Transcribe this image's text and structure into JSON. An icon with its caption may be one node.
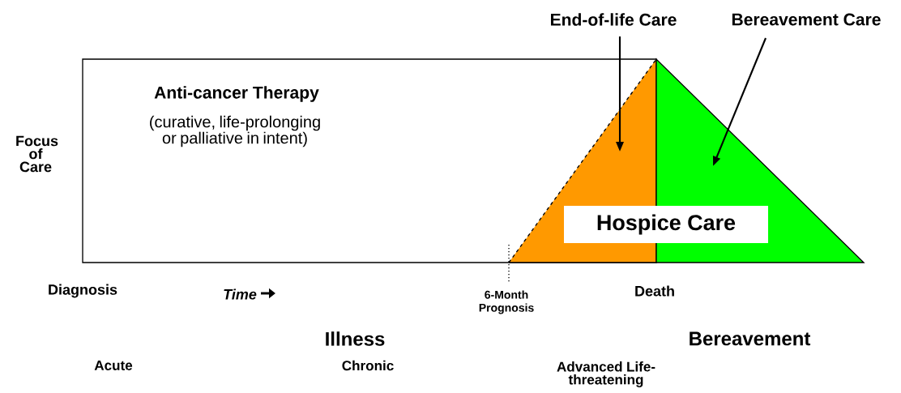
{
  "diagram": {
    "nodes": [
      {
        "text": [
          "Anti-cancer Therapy",
          "(curative, life-prolonging or palliative in intent)"
        ]
      },
      {
        "text": [],
        "shape": "triangle",
        "in": 0
      },
      {
        "text": [],
        "shape": "triangle"
      },
      {
        "text": [
          "Hospice Care"
        ]
      },
      {
        "text": [
          "End-of-life Care"
        ]
      },
      {
        "text": [
          "Bereavement Care"
        ]
      }
    ],
    "edges": [
      {
        "from": 4,
        "to": 1,
        "arrow": "to"
      },
      {
        "from": 5,
        "to": 2,
        "arrow": "to"
      }
    ],
    "labels": [
      "Focus of Care",
      "Diagnosis",
      "Time",
      "6-Month Prognosis",
      "Death",
      "Illness",
      "Bereavement",
      "Acute",
      "Chronic",
      "Advanced Life-threatening"
    ]
  }
}
